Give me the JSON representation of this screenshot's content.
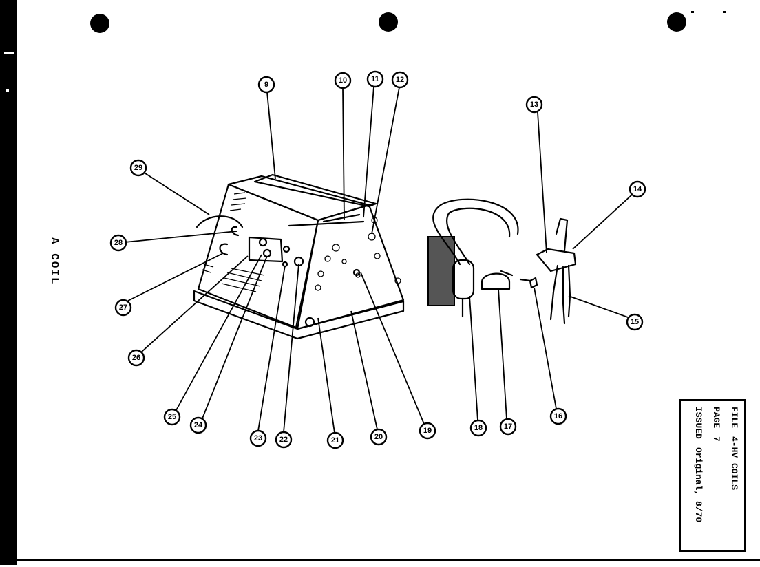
{
  "side_title": "A COIL",
  "title_block": {
    "file_label": "FILE",
    "file_value": "4-HV COILS",
    "page_label": "PAGE",
    "page_value": "7",
    "issued_label": "ISSUED",
    "issued_value": "Original, 8/70"
  },
  "callouts": [
    {
      "id": "c9",
      "label": "9"
    },
    {
      "id": "c10",
      "label": "10"
    },
    {
      "id": "c11",
      "label": "11"
    },
    {
      "id": "c12",
      "label": "12"
    },
    {
      "id": "c13",
      "label": "13"
    },
    {
      "id": "c14",
      "label": "14"
    },
    {
      "id": "c15",
      "label": "15"
    },
    {
      "id": "c16",
      "label": "16"
    },
    {
      "id": "c17",
      "label": "17"
    },
    {
      "id": "c18",
      "label": "18"
    },
    {
      "id": "c19",
      "label": "19"
    },
    {
      "id": "c20",
      "label": "20"
    },
    {
      "id": "c21",
      "label": "21"
    },
    {
      "id": "c22",
      "label": "22"
    },
    {
      "id": "c23",
      "label": "23"
    },
    {
      "id": "c24",
      "label": "24"
    },
    {
      "id": "c25",
      "label": "25"
    },
    {
      "id": "c26",
      "label": "26"
    },
    {
      "id": "c27",
      "label": "27"
    },
    {
      "id": "c28",
      "label": "28"
    },
    {
      "id": "c29",
      "label": "29"
    }
  ]
}
